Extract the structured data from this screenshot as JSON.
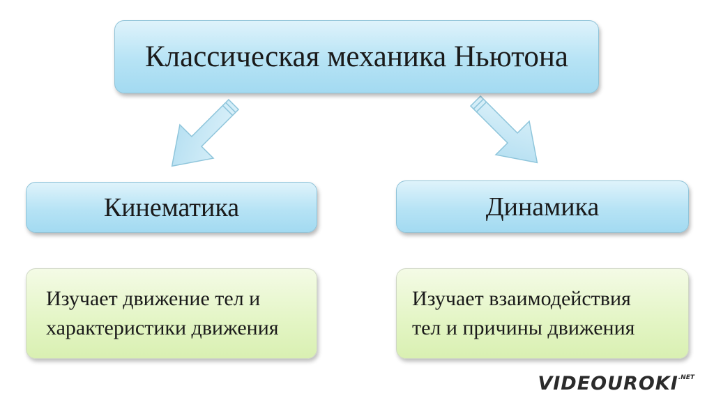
{
  "title": "Классическая механика Ньютона",
  "branches": [
    {
      "name": "Кинематика",
      "description_lines": [
        "Изучает движение тел и",
        "характеристики движения"
      ]
    },
    {
      "name": "Динамика",
      "description_lines": [
        "Изучает взаимодействия",
        "тел и причины движения"
      ]
    }
  ],
  "logo": {
    "text": "VIDEOUROKI",
    "suffix": ".NET"
  },
  "colors": {
    "blue_box": "#b6e3f5",
    "green_box": "#e3f5c4",
    "arrow_fill": "#bfe6f6",
    "arrow_stroke": "#8ec5db"
  }
}
